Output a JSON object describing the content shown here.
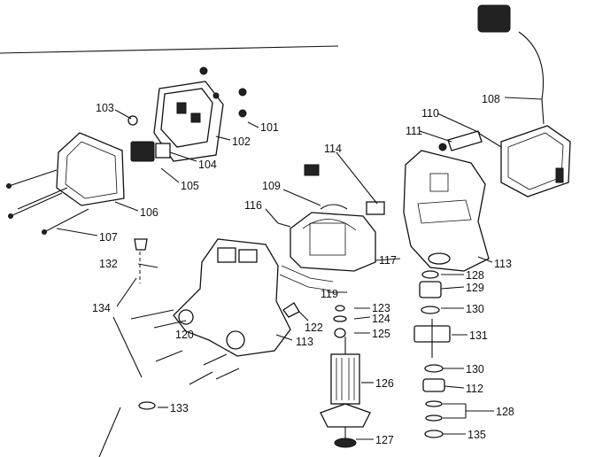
{
  "labels": {
    "p101": "101",
    "p102": "102",
    "p103": "103",
    "p104": "104",
    "p105": "105",
    "p106": "106",
    "p107": "107",
    "p108": "108",
    "p109": "109",
    "p110": "110",
    "p111": "111",
    "p112": "112",
    "p113a": "113",
    "p113b": "113",
    "p114": "114",
    "p116": "116",
    "p117": "117",
    "p119": "119",
    "p120": "120",
    "p122": "122",
    "p123": "123",
    "p124": "124",
    "p125": "125",
    "p126": "126",
    "p127": "127",
    "p128a": "128",
    "p128b": "128",
    "p129": "129",
    "p130a": "130",
    "p130b": "130",
    "p131": "131",
    "p132": "132",
    "p133": "133",
    "p134": "134",
    "p135": "135"
  }
}
